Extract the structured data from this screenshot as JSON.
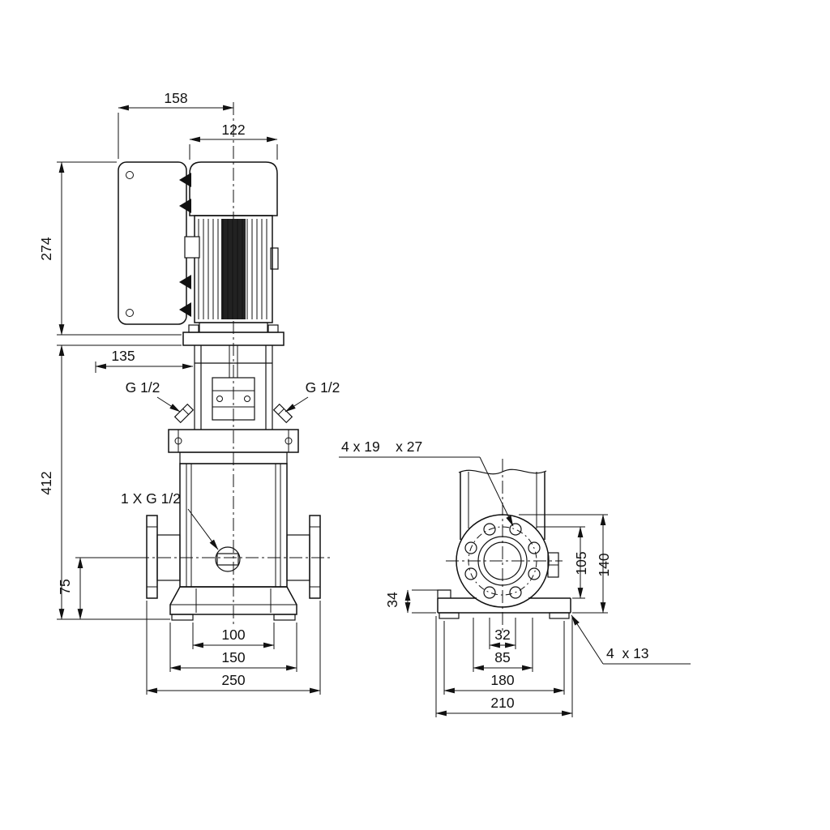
{
  "front": {
    "total_width": "158",
    "motor_width": "122",
    "motor_height": "274",
    "box_depth": "135",
    "port_left": "G 1/2",
    "port_right": "G 1/2",
    "pump_height": "412",
    "drain_port": "1 X G 1/2",
    "port_height": "75",
    "w100": "100",
    "w150": "150",
    "w250": "250"
  },
  "side": {
    "flange_note": "4 x 19    x 27",
    "h34": "34",
    "h105": "105",
    "h140": "140",
    "w32": "32",
    "w85": "85",
    "w180": "180",
    "w210": "210",
    "base_note": "4  x 13"
  },
  "colors": {
    "line": "#111111",
    "background": "#ffffff"
  }
}
